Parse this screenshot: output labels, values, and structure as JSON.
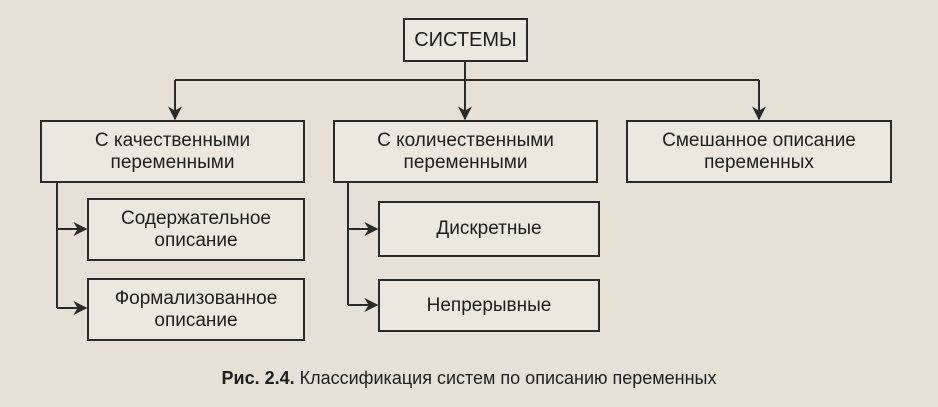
{
  "root": {
    "label": "СИСТЕМЫ"
  },
  "categories": [
    {
      "line1": "С качественными",
      "line2": "переменными"
    },
    {
      "line1": "С количественными",
      "line2": "переменными"
    },
    {
      "line1": "Смешанное описание",
      "line2": "переменных"
    }
  ],
  "qualitative_children": [
    {
      "line1": "Содержательное",
      "line2": "описание"
    },
    {
      "line1": "Формализованное",
      "line2": "описание"
    }
  ],
  "quantitative_children": [
    {
      "label": "Дискретные"
    },
    {
      "label": "Непрерывные"
    }
  ],
  "caption": {
    "label": "Рис. 2.4.",
    "text": " Классификация систем по описанию переменных"
  }
}
